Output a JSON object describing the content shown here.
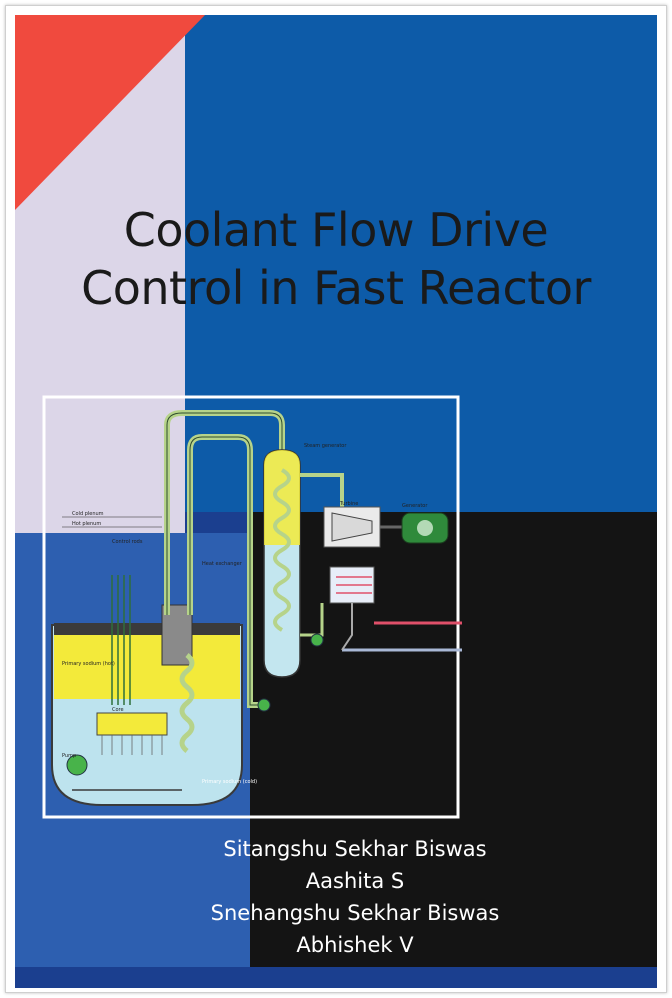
{
  "book": {
    "title_lines": [
      "Coolant Flow Drive",
      "Control in Fast Reactor"
    ],
    "authors": [
      "Sitangshu Sekhar Biswas",
      "Aashita S",
      "Snehangshu Sekhar Biswas",
      "Abhishek V"
    ]
  },
  "diagram_labels": {
    "cold_plenum": "Cold plenum",
    "hot_plenum": "Hot plenum",
    "control_rods": "Control rods",
    "heat_exchanger": "Heat exchanger",
    "steam_generator": "Steam generator",
    "turbine": "Turbine",
    "generator": "Generator",
    "primary_sodium_hot": "Primary sodium (hot)",
    "primary_sodium_cold": "Primary sodium (cold)",
    "pump": "Pump",
    "core": "Core"
  },
  "colors": {
    "accent_red": "#f04a3e",
    "lavender": "#dcd6e8",
    "blue": "#0d5ba8",
    "dark_blue": "#1b3f8f",
    "black": "#141414",
    "sodium_yellow": "#f3ea3a"
  }
}
